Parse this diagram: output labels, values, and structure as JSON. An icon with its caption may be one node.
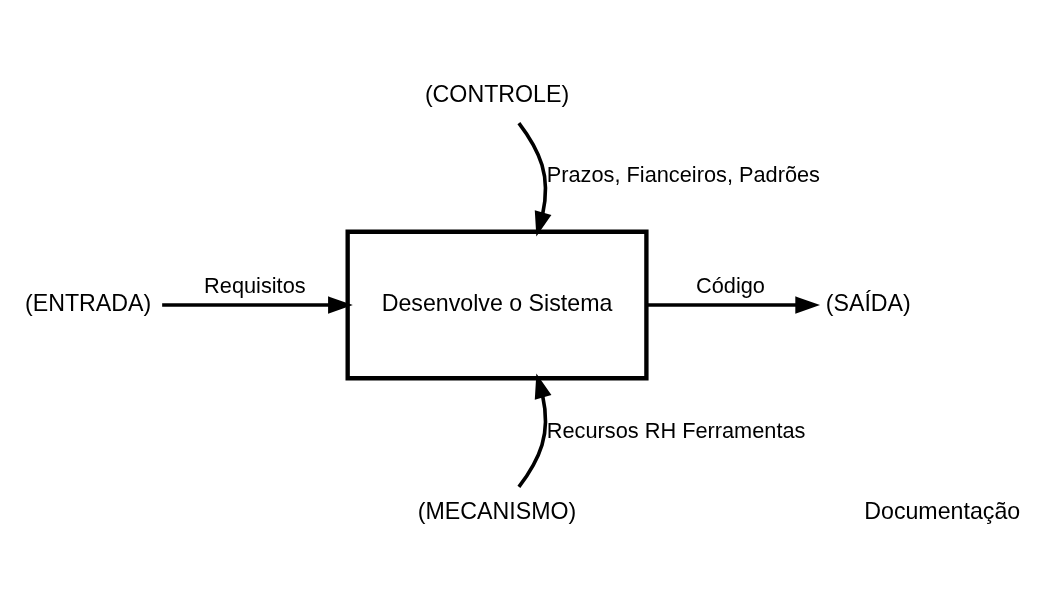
{
  "diagram": {
    "nodes": [
      {
        "text": [
          "(CONTROLE)"
        ]
      },
      {
        "text": [
          "(ENTRADA)"
        ]
      },
      {
        "text": [
          "Desenvolve o Sistema"
        ]
      },
      {
        "text": [
          "(SAÍDA)"
        ]
      },
      {
        "text": [
          "(MECANISMO)"
        ]
      }
    ],
    "edges": [
      {
        "from": 0,
        "to": 2,
        "arrow": "to",
        "label": "Prazos, Fianceiros, Padrões"
      },
      {
        "from": 1,
        "to": 2,
        "arrow": "to",
        "label": "Requisitos"
      },
      {
        "from": 2,
        "to": 3,
        "arrow": "to",
        "label": "Código"
      },
      {
        "from": 4,
        "to": 2,
        "arrow": "to",
        "label": "Recursos RH Ferramentas"
      }
    ],
    "labels": [
      "Documentação"
    ]
  }
}
